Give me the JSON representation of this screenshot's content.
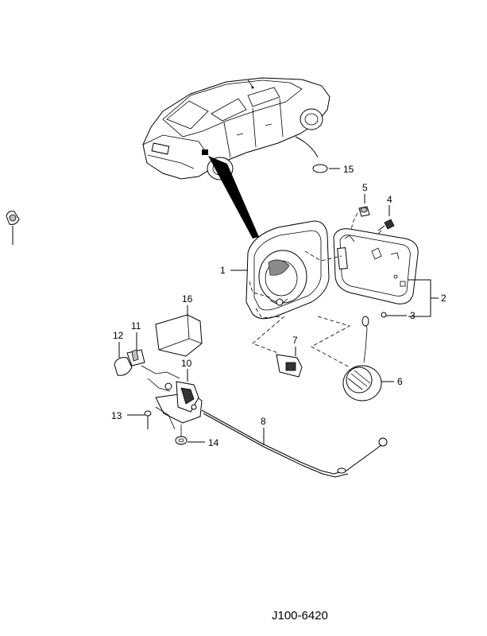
{
  "diagram_code": "J100-6420",
  "parts": [
    {
      "no": "1"
    },
    {
      "no": "2"
    },
    {
      "no": "3"
    },
    {
      "no": "4"
    },
    {
      "no": "5"
    },
    {
      "no": "6"
    },
    {
      "no": "7"
    },
    {
      "no": "8"
    },
    {
      "no": "10"
    },
    {
      "no": "11"
    },
    {
      "no": "12"
    },
    {
      "no": "13"
    },
    {
      "no": "14"
    },
    {
      "no": "15"
    },
    {
      "no": "16"
    }
  ]
}
